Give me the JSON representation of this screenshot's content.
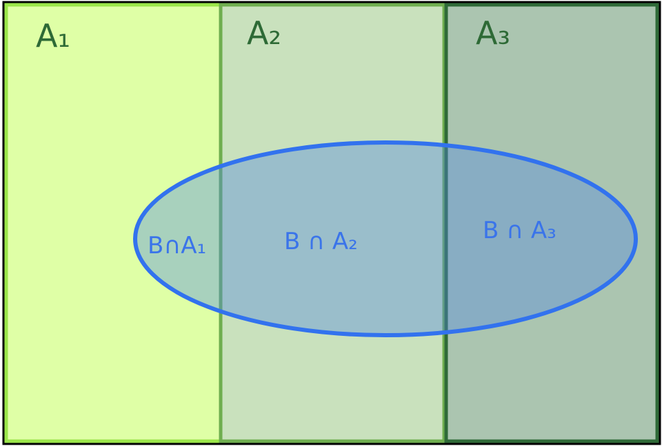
{
  "diagram": {
    "partitions": [
      {
        "label": "A₁",
        "fill": "#dfffa6",
        "stroke": "#9be64a"
      },
      {
        "label": "A₂",
        "fill": "#c9e1bd",
        "stroke": "#6fae4f"
      },
      {
        "label": "A₃",
        "fill": "#abc5b0",
        "stroke": "#2f6a38"
      }
    ],
    "event_b": {
      "stroke": "#3272ee",
      "fill": "#4f86e3"
    },
    "intersections": [
      {
        "label": "B∩A₁"
      },
      {
        "label": "B ∩ A₂"
      },
      {
        "label": "B ∩ A₃"
      }
    ],
    "colors": {
      "frame": "#000000",
      "partition_label": "#2e6a36",
      "intersection_label": "#3a74ea"
    }
  }
}
